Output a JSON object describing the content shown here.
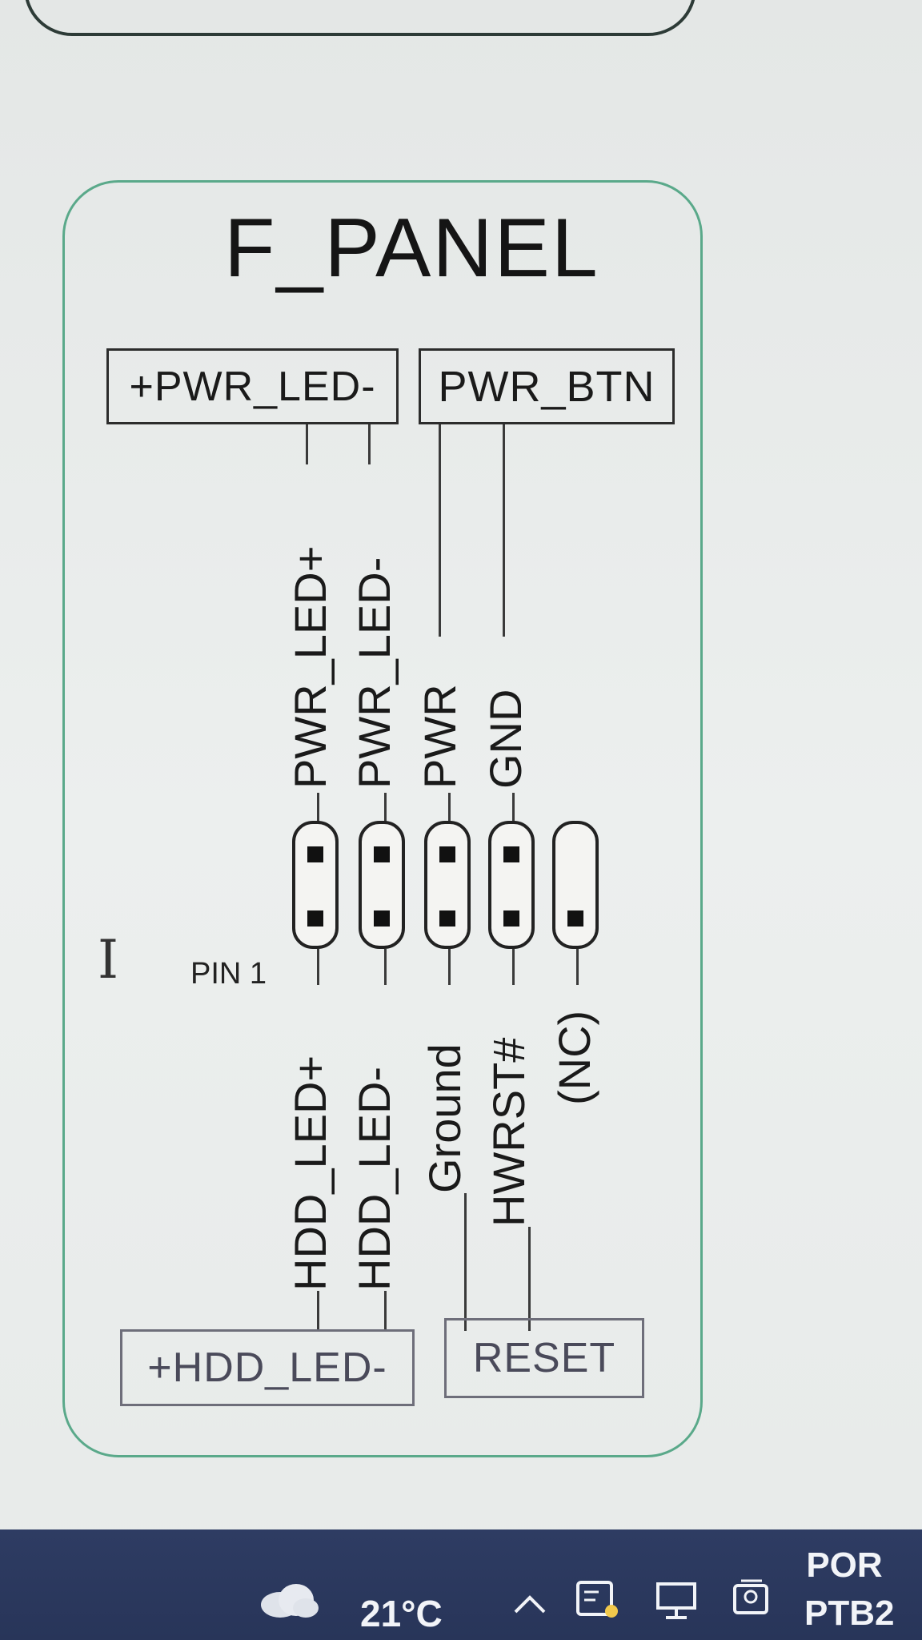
{
  "diagram": {
    "title": "F_PANEL",
    "top_boxes": [
      {
        "label": "+PWR_LED-"
      },
      {
        "label": "PWR_BTN"
      }
    ],
    "top_pins": [
      "PWR_LED+",
      "PWR_LED-",
      "PWR",
      "GND"
    ],
    "pin1_label": "PIN 1",
    "bottom_pins": [
      "HDD_LED+",
      "HDD_LED-",
      "Ground",
      "HWRST#",
      "(NC)"
    ],
    "bottom_boxes": [
      {
        "label": "+HDD_LED-"
      },
      {
        "label": "RESET"
      }
    ]
  },
  "taskbar": {
    "weather_icon": "cloud-icon",
    "temperature": "21°C",
    "tray_icons": [
      "chevron-up-icon",
      "notepad-icon",
      "network-icon",
      "meet-icon"
    ],
    "language": "POR",
    "keyboard": "PTB2"
  }
}
